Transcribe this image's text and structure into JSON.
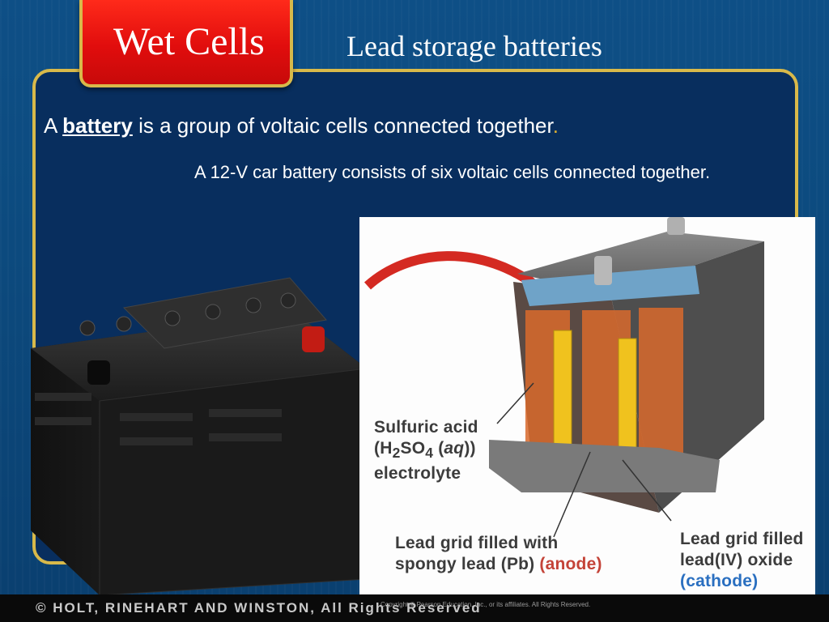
{
  "slide": {
    "title": "Wet Cells",
    "subtitle": "Lead storage batteries",
    "bullet1": {
      "prefix": "A ",
      "term": "battery",
      "rest": " is a group of voltaic cells connected together",
      "end": "."
    },
    "bullet2": "A 12-V car battery consists of six voltaic cells connected together."
  },
  "diagram": {
    "acid_label": {
      "line1": "Sulfuric acid",
      "formula_a": "(H",
      "sub2": "2",
      "formula_b": "SO",
      "sub4": "4",
      "formula_c": " (",
      "aq": "aq",
      "formula_d": "))",
      "line3": "electrolyte"
    },
    "anode_label": {
      "line1": "Lead grid filled with",
      "line2": "spongy lead (Pb) ",
      "role": "(anode)"
    },
    "cathode_label": {
      "line1": "Lead grid filled",
      "line2": "lead(IV) oxide",
      "role": "(cathode)"
    },
    "copyright": "Copyright © Pearson Education, Inc., or its affiliates. All Rights Reserved."
  },
  "footer": {
    "text": "© HOLT, RINEHART AND WINSTON, All Rights Reserved"
  },
  "colors": {
    "background": "#0c4a7e",
    "panel": "#082e5e",
    "panel_border": "#d8b94a",
    "title_tab": "#e10d0d",
    "anode_label": "#c44338",
    "cathode_label": "#2a6fc0"
  }
}
